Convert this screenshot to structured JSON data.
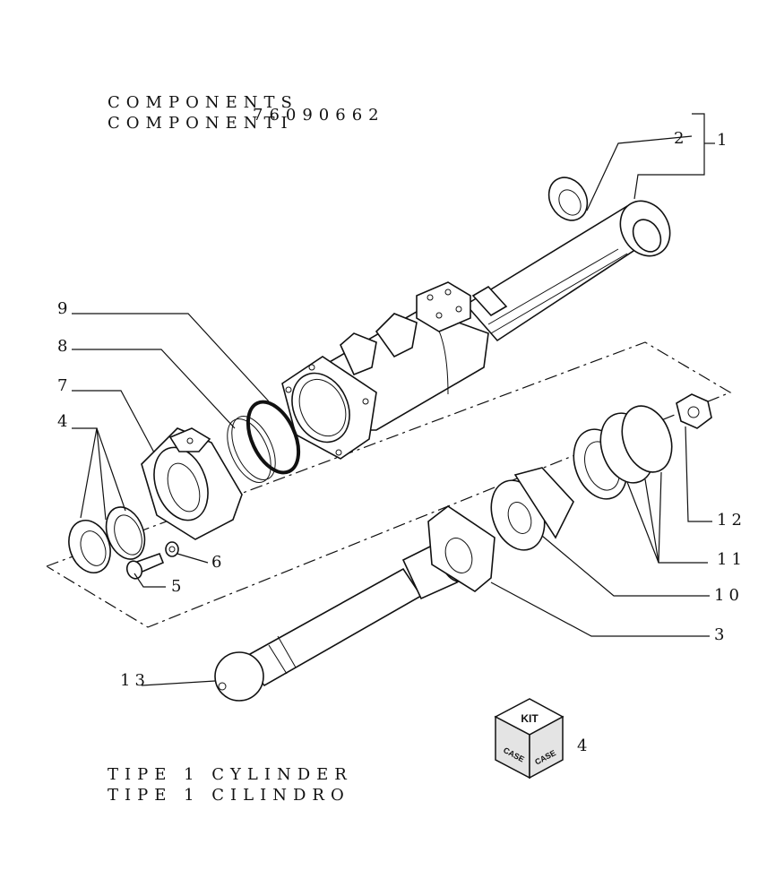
{
  "header": {
    "line1": "COMPONENTS",
    "line2": "COMPONENTI",
    "part_number": "76090662"
  },
  "footer": {
    "line1": "TIPE 1 CYLINDER",
    "line2": "TIPE 1 CILINDRO"
  },
  "kit": {
    "top_label": "KIT",
    "side_label_left": "CASE",
    "side_label_right": "CASE",
    "ref": "4"
  },
  "callouts": {
    "c1": "1",
    "c2": "2",
    "c3": "3",
    "c4": "4",
    "c5": "5",
    "c6": "6",
    "c7": "7",
    "c8": "8",
    "c9": "9",
    "c10": "10",
    "c11": "11",
    "c12": "12",
    "c13": "13"
  }
}
